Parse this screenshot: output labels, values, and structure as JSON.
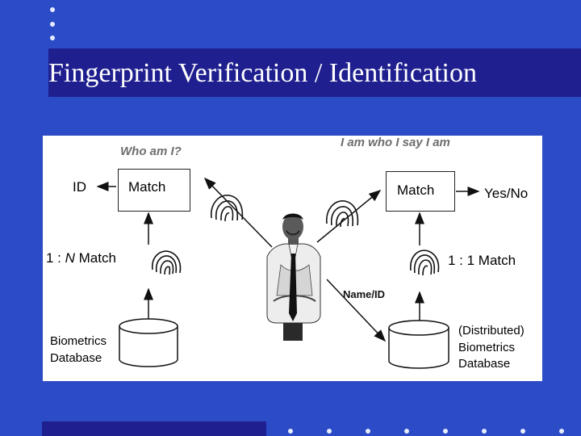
{
  "slide": {
    "title": "Fingerprint Verification / Identification"
  },
  "diagram": {
    "left": {
      "question": "Who am I?",
      "id_label": "ID",
      "match_label": "Match",
      "mode_prefix": "1 : ",
      "mode_n": "N",
      "mode_suffix": " Match",
      "db_line1": "Biometrics",
      "db_line2": "Database"
    },
    "right": {
      "claim": "I am who I say I am",
      "match_label": "Match",
      "result_label": "Yes/No",
      "mode_label": "1 : 1 Match",
      "name_id": "Name/ID",
      "db_line1": "(Distributed)",
      "db_line2": "Biometrics",
      "db_line3": "Database"
    }
  },
  "colors": {
    "background": "#2b4bc7",
    "title_bar": "#1f1f8f",
    "panel": "#ffffff"
  }
}
